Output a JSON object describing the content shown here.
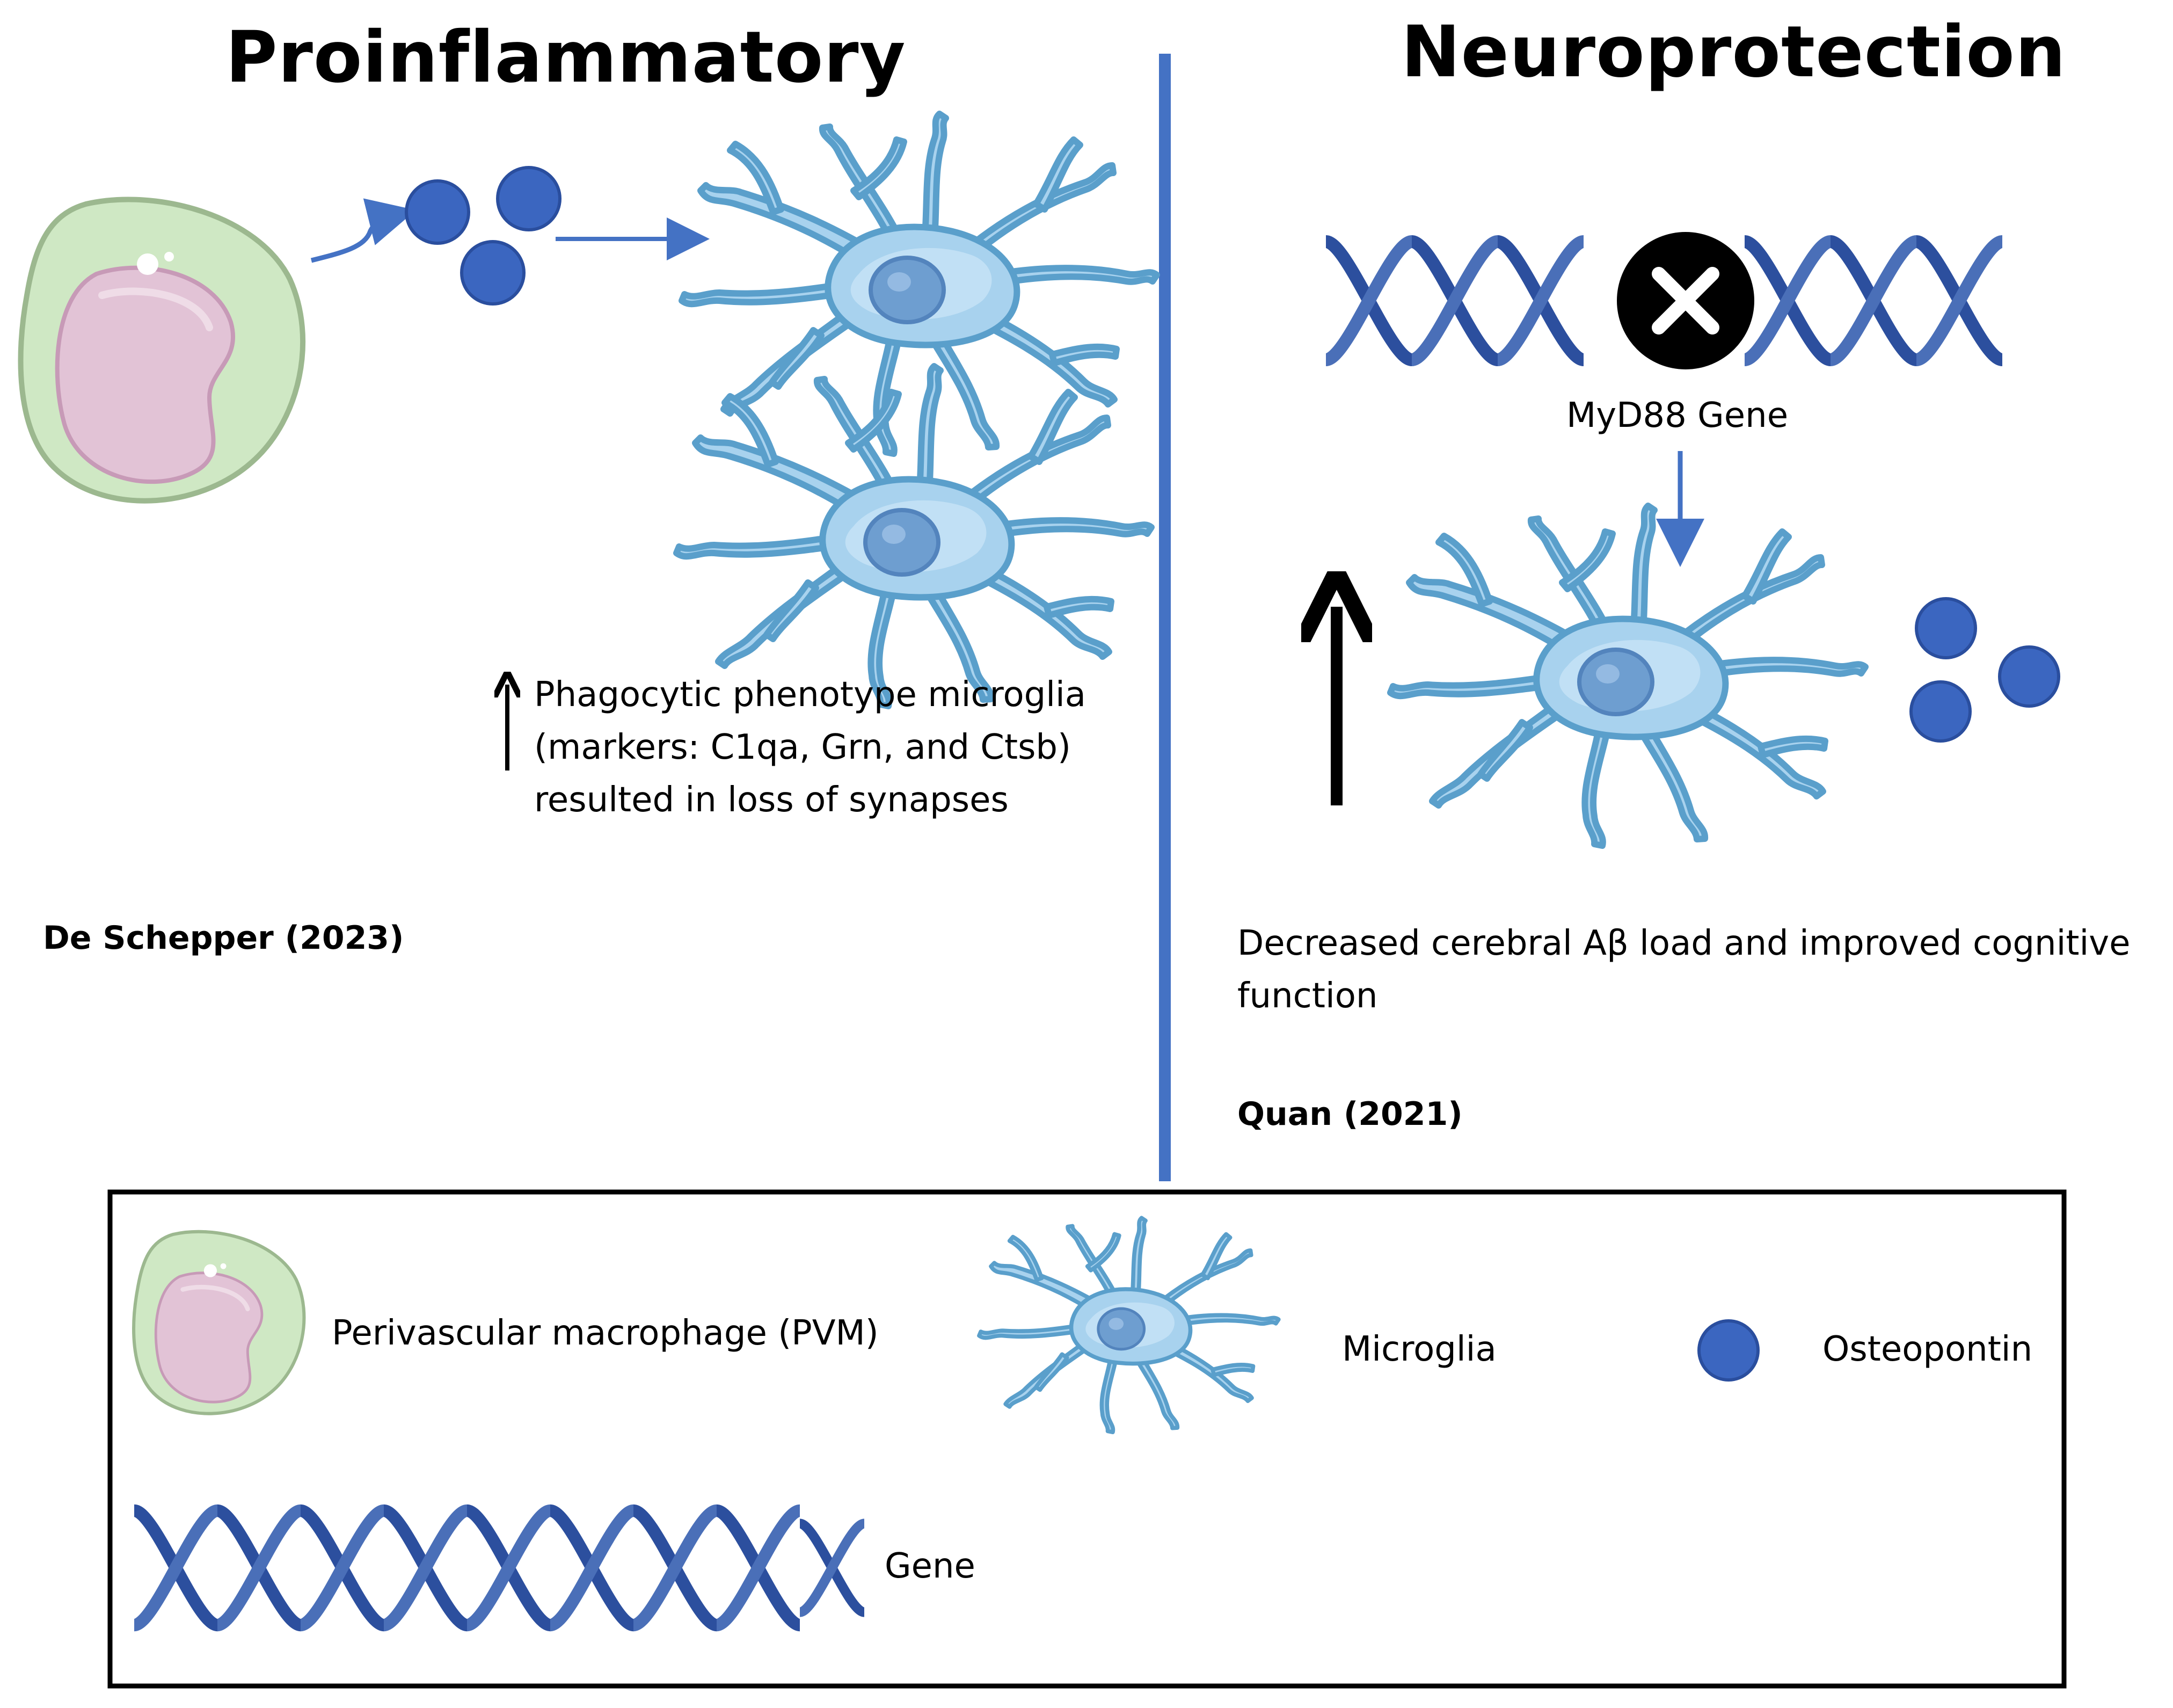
{
  "headings": {
    "left": "Proinflammatory",
    "right": "Neuroprotection"
  },
  "left_panel": {
    "finding_line1": "Phagocytic phenotype microglia",
    "finding_line2": "(markers: C1qa, Grn, and Ctsb)",
    "finding_line3": "resulted in loss of synapses",
    "citation": "De Schepper (2023)"
  },
  "right_panel": {
    "gene_label": "MyD88 Gene",
    "finding_line1": "Decreased cerebral Aβ load and improved cognitive",
    "finding_line2": "function",
    "citation": "Quan (2021)"
  },
  "legend": {
    "pvm": "Perivascular macrophage (PVM)",
    "microglia": "Microglia",
    "osteopontin": "Osteopontin",
    "gene": "Gene"
  },
  "colors": {
    "divider": "#4472C4",
    "osteopontin": "#3B66C0",
    "arrow_blue": "#4472C4",
    "pvm_outer": "#CFE8C4",
    "pvm_nucleus": "#E2C3D6",
    "microglia_fill": "#A8D2EE",
    "microglia_stroke": "#5A9FCB",
    "microglia_nucleus": "#6E9ED0",
    "dna": "#2C4F9E",
    "knockout": "#000000"
  },
  "icons": {
    "pvm": "perivascular-macrophage-icon",
    "microglia": "microglia-icon",
    "osteopontin": "osteopontin-dot-icon",
    "gene": "dna-helix-icon",
    "knockout": "knockout-x-icon",
    "increase": "up-arrow-icon"
  }
}
